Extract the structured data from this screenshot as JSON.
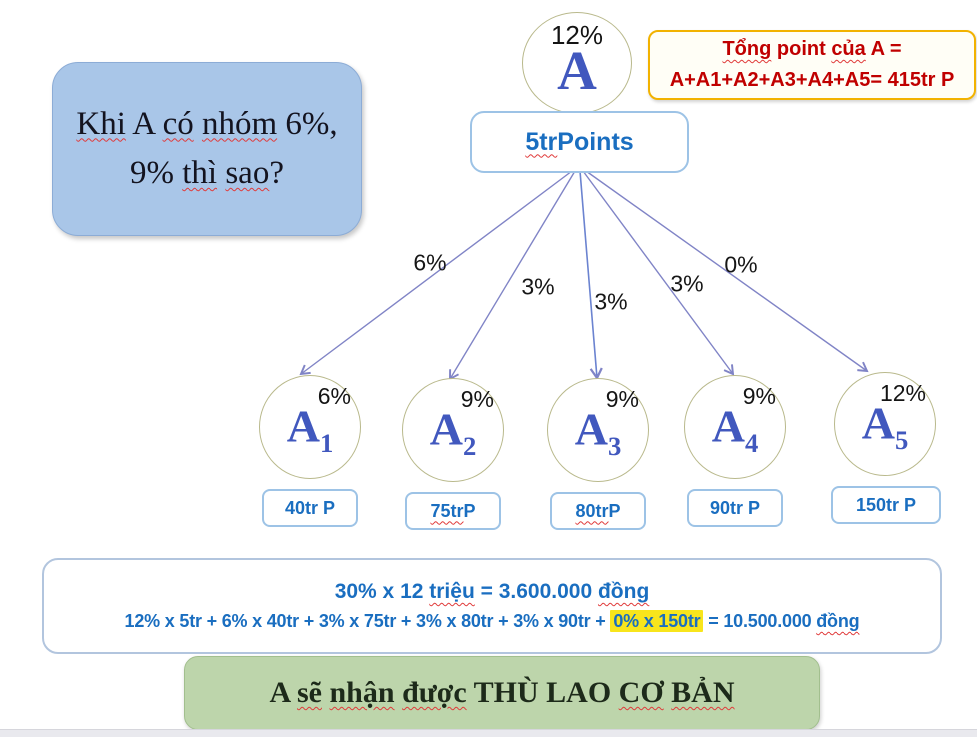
{
  "root": {
    "percent": "12%",
    "letter": "A"
  },
  "total_box": {
    "line1": [
      {
        "t": "Tổng",
        "c": "wavy"
      },
      {
        "t": " point "
      },
      {
        "t": "của",
        "c": "wavy"
      },
      {
        "t": " A ="
      }
    ],
    "line2": [
      {
        "t": "A+A1+A2+A3+A4+A5= 415tr P"
      }
    ]
  },
  "question_box": {
    "line1": [
      {
        "t": "Khi",
        "c": "wavy"
      },
      {
        "t": " A "
      },
      {
        "t": "có",
        "c": "wavy"
      },
      {
        "t": " "
      },
      {
        "t": "nhóm",
        "c": "wavy"
      },
      {
        "t": " 6%,"
      }
    ],
    "line2": [
      {
        "t": "9% "
      },
      {
        "t": "thì",
        "c": "wavy"
      },
      {
        "t": " "
      },
      {
        "t": "sao",
        "c": "wavy"
      },
      {
        "t": "?"
      }
    ]
  },
  "root_points": [
    {
      "t": "5tr",
      "c": "wavy"
    },
    {
      "t": " Points"
    }
  ],
  "edges": [
    {
      "label": "6%"
    },
    {
      "label": "3%"
    },
    {
      "label": "3%"
    },
    {
      "label": "3%"
    },
    {
      "label": "0%"
    }
  ],
  "members": [
    {
      "letter": "A",
      "sub": "1",
      "percent": "6%",
      "points": [
        {
          "t": "40tr P"
        }
      ]
    },
    {
      "letter": "A",
      "sub": "2",
      "percent": "9%",
      "points": [
        {
          "t": "75tr",
          "c": "wavy"
        },
        {
          "t": " P"
        }
      ]
    },
    {
      "letter": "A",
      "sub": "3",
      "percent": "9%",
      "points": [
        {
          "t": "80tr",
          "c": "wavy"
        },
        {
          "t": " P"
        }
      ]
    },
    {
      "letter": "A",
      "sub": "4",
      "percent": "9%",
      "points": [
        {
          "t": "90tr P"
        }
      ]
    },
    {
      "letter": "A",
      "sub": "5",
      "percent": "12%",
      "points": [
        {
          "t": "150tr P"
        }
      ]
    }
  ],
  "calc_box": {
    "line1": [
      {
        "t": "30% x 12 "
      },
      {
        "t": "triệu",
        "c": "wavy"
      },
      {
        "t": " = 3.600.000 "
      },
      {
        "t": "đồng",
        "c": "wavy"
      }
    ],
    "line2": [
      {
        "t": "12% x 5tr + 6% x 40tr + 3% x 75tr + 3% x 80tr + 3% x 90tr + "
      },
      {
        "t": "0% x 150tr",
        "c": "hl"
      },
      {
        "t": " = 10.500.000 "
      },
      {
        "t": "đồng",
        "c": "wavy"
      }
    ]
  },
  "result_box": [
    {
      "t": "A "
    },
    {
      "t": "sẽ",
      "c": "wavy"
    },
    {
      "t": " "
    },
    {
      "t": "nhận",
      "c": "wavy"
    },
    {
      "t": " "
    },
    {
      "t": "được",
      "c": "wavy"
    },
    {
      "t": " THÙ LAO "
    },
    {
      "t": "CƠ",
      "c": "wavy"
    },
    {
      "t": " "
    },
    {
      "t": "BẢN",
      "c": "wavy"
    }
  ],
  "colors": {
    "accent_blue": "#1a6ec0",
    "letter_blue": "#4158be",
    "red": "#c00000",
    "highlight_yellow": "#f8e51c",
    "callout_border_yellow": "#f2b200",
    "question_fill": "#a9c6e8",
    "result_fill": "#bdd5ab",
    "circle_border": "#b9b98c",
    "arrow": "#8084c6"
  }
}
